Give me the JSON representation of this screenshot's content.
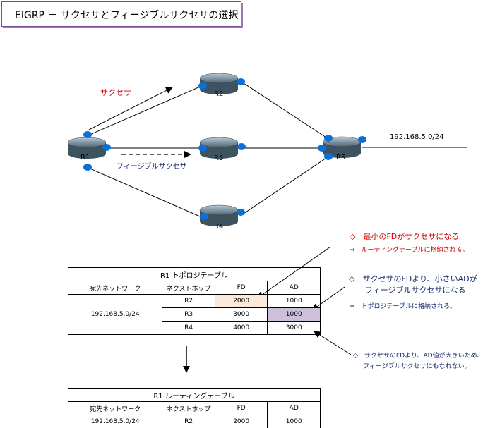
{
  "title": "EIGRP － サクセサとフィージブルサクセサの選択",
  "diagram": {
    "routers": [
      "R1",
      "R2",
      "R3",
      "R4",
      "R5"
    ],
    "successor_label": "サクセサ",
    "feasible_label": "フィージブルサクセサ",
    "network": "192.168.5.0/24"
  },
  "annotations": {
    "a1_line1": "◇　最小のFDがサクセサになる",
    "a1_line2": "⇒　ルーティングテーブルに格納される。",
    "a2_line1": "◇　サクセサのFDより、小さいADが",
    "a2_line2": "フィージブルサクセサになる",
    "a2_line3": "⇒　トポロジテーブルに格納される。",
    "a3_line1": "◇　サクセサのFDより、AD値が大きいため、",
    "a3_line2": "フィージブルサクセサにもなれない。"
  },
  "topology_table": {
    "title": "R1 トポロジテーブル",
    "headers": [
      "宛先ネットワーク",
      "ネクストホップ",
      "FD",
      "AD"
    ],
    "network": "192.168.5.0/24",
    "rows": [
      {
        "hop": "R2",
        "fd": "2000",
        "ad": "1000"
      },
      {
        "hop": "R3",
        "fd": "3000",
        "ad": "1000"
      },
      {
        "hop": "R4",
        "fd": "4000",
        "ad": "3000"
      }
    ]
  },
  "routing_table": {
    "title": "R1 ルーティングテーブル",
    "headers": [
      "宛先ネットワーク",
      "ネクストホップ",
      "FD",
      "AD"
    ],
    "row": {
      "network": "192.168.5.0/24",
      "hop": "R2",
      "fd": "2000",
      "ad": "1000"
    }
  },
  "colors": {
    "successor_red": "#d00000",
    "feasible_navy": "#1a2a6c",
    "fd_highlight": "#fde9d9",
    "ad_highlight": "#ccc0da",
    "title_border": "#7a4a9c"
  }
}
